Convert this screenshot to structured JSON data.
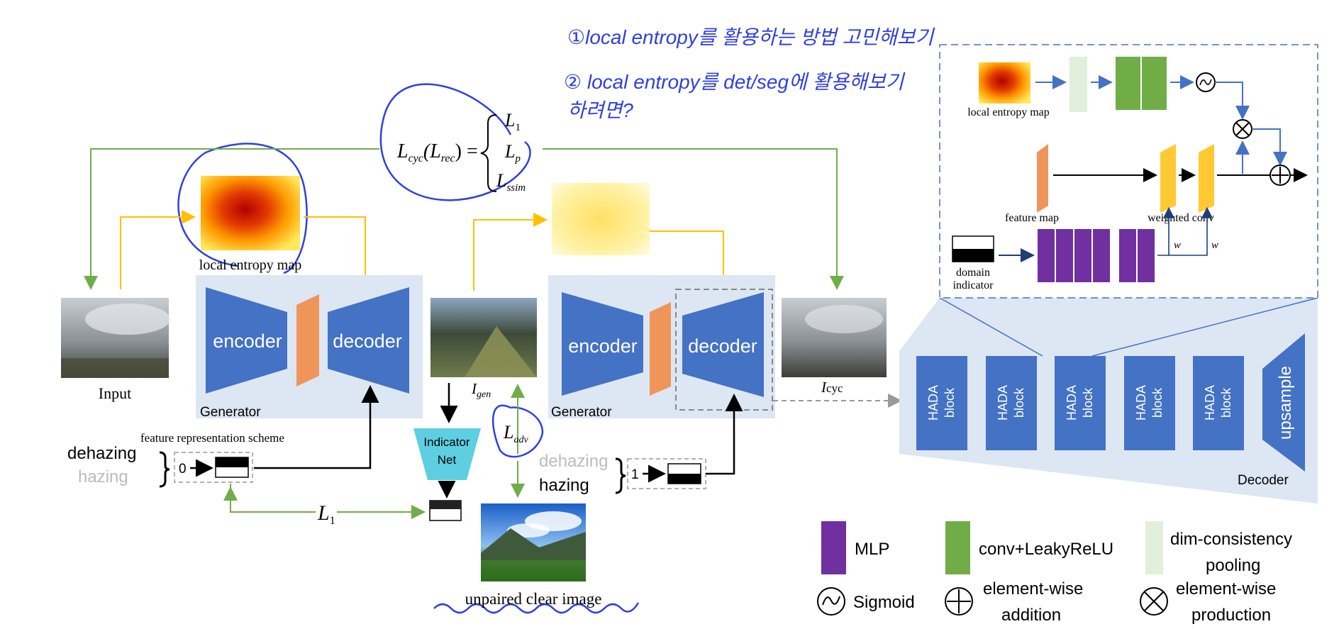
{
  "annotations": {
    "note_line1": "①local entropy를 활용하는 방법 고민해보기",
    "note_line2": "② local entropy를 det/seg에 활용해보기",
    "note_line3": "하려면?"
  },
  "equations": {
    "lcyc_lhs": "L",
    "lcyc_lhs_sub": "cyc",
    "lcyc_lrec": "(L",
    "lcyc_lrec_sub": "rec",
    "lcyc_eq": ") =",
    "l1": "L",
    "l1_sub": "1",
    "lp": "L",
    "lp_sub": "p",
    "lssim": "L",
    "lssim_sub": "ssim",
    "ladv": "L",
    "ladv_sub": "adv",
    "l1_bottom": "L",
    "l1_bottom_sub": "1"
  },
  "labels": {
    "input": "Input",
    "local_entropy_map": "local entropy map",
    "generator1": "Generator",
    "generator2": "Generator",
    "encoder": "encoder",
    "decoder": "decoder",
    "igen": "I",
    "igen_sub": "gen",
    "icyc": "I",
    "icyc_sub": "cyc",
    "indicator_net_line1": "Indicator",
    "indicator_net_line2": "Net",
    "feature_scheme": "feature representation scheme",
    "dehazing_left": "dehazing",
    "hazing_left": "hazing",
    "dehazing_right": "dehazing",
    "hazing_right": "hazing",
    "zero": "0",
    "one": "1",
    "unpaired_clear_image": "unpaired clear image",
    "decoder_panel_title": "Decoder",
    "hada_block_1": "HADA",
    "hada_block_2": "block",
    "upsample": "upsample"
  },
  "inset": {
    "local_entropy_map": "local entropy map",
    "feature_map": "feature map",
    "weighted_conv": "weighted conv",
    "domain_indicator_line1": "domain",
    "domain_indicator_line2": "indicator",
    "w": "w"
  },
  "legend": {
    "mlp": "MLP",
    "conv_leakyrelu": "conv+LeakyReLU",
    "dim_pooling_line1": "dim-consistency",
    "dim_pooling_line2": "pooling",
    "sigmoid": "Sigmoid",
    "add_line1": "element-wise",
    "add_line2": "addition",
    "prod_line1": "element-wise",
    "prod_line2": "production"
  },
  "colors": {
    "block_blue": "#4472c4",
    "panel_bg": "#dde6f3",
    "orange_feature": "#f0955a",
    "yellow_conv": "#ffc933",
    "purple_mlp": "#7030a0",
    "green_conv": "#70ad47",
    "pale_green": "#e2efda",
    "cyan_indicator": "#5ecfe0",
    "arrow_green": "#70ad47",
    "arrow_orange": "#ffc000",
    "pen_blue": "#2f3fe0"
  }
}
